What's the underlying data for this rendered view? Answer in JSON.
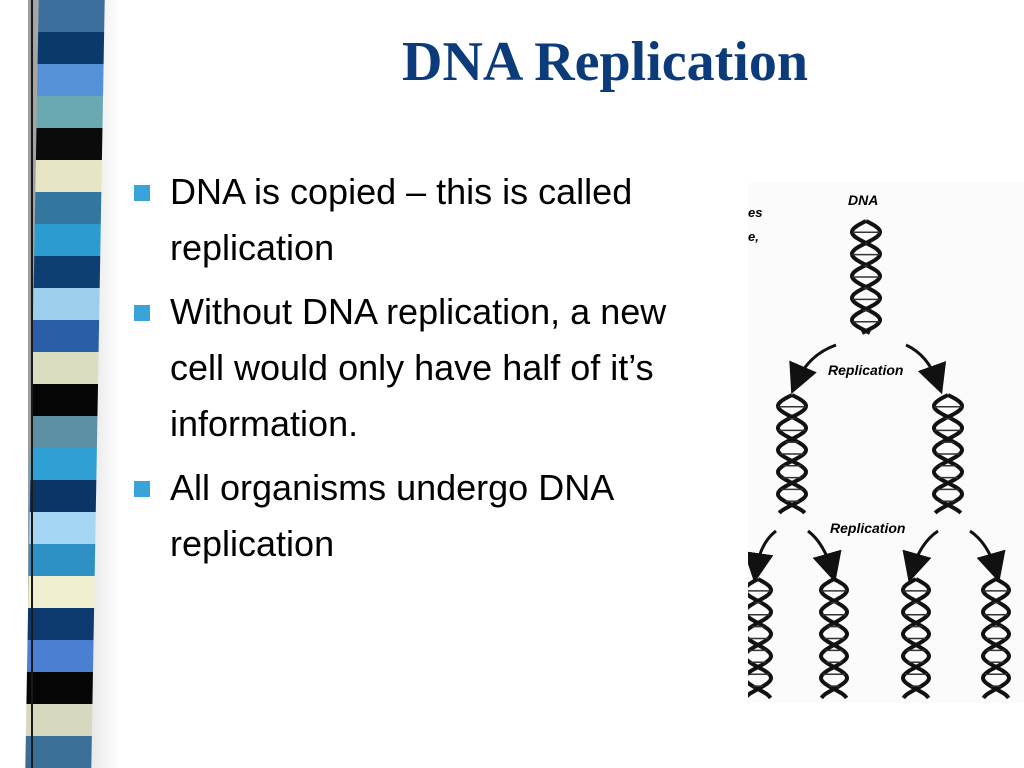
{
  "slide": {
    "title": "DNA Replication",
    "bullets": [
      "DNA is copied – this is called replication",
      "Without DNA replication, a new cell would only have half of it’s information.",
      "All organisms undergo DNA replication"
    ],
    "bullet_color": "#3aa3d9",
    "title_color": "#0b3b7a"
  },
  "figure": {
    "top_label": "DNA",
    "step_label_1": "Replication",
    "step_label_2": "Replication",
    "cut_text_1": "es",
    "cut_text_2": "e,"
  },
  "decor": {
    "strip_colors": [
      "#3c6e9c",
      "#0a3a6a",
      "#5591d6",
      "#6aa8b2",
      "#0b0b0b",
      "#e6e6c4",
      "#34779e",
      "#2c9bcf",
      "#0d3f72",
      "#9ccfee",
      "#2a5ea8",
      "#dcdcc0",
      "#050505",
      "#5c8ea4",
      "#2ea0d4",
      "#0b3565",
      "#a6d6f5",
      "#2f90c6",
      "#f0f0d0",
      "#0c3a6e",
      "#4a7fd1",
      "#060606",
      "#d8d8c0",
      "#3a6f98"
    ]
  }
}
